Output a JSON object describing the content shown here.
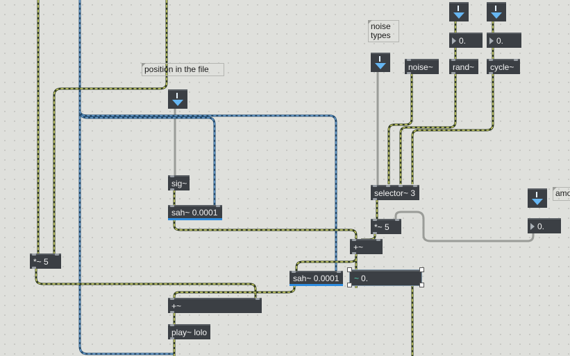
{
  "patcher": {
    "background": "#dfe0dc",
    "cord_colors": {
      "signal": "#2f3a20",
      "signal_dash": "#d6d96a",
      "control": "#9a9c98",
      "blue_signal": "#244a6c",
      "blue_dash": "#6fa6d8"
    },
    "comments": {
      "position": "position in  the file",
      "noise_types_1": "noise",
      "noise_types_2": "types",
      "amount": "amo"
    },
    "objects": {
      "sig": "sig~",
      "sah_left": "sah~ 0.0001",
      "sah_mid": "sah~ 0.0001",
      "times5_left": "*~ 5",
      "times5_right": "*~ 5",
      "plus_small": "+~",
      "plus_wide": "+~",
      "play": "play~ lolo",
      "noise": "noise~",
      "rand": "rand~",
      "cycle": "cycle~",
      "selector": "selector~ 3"
    },
    "numbers": {
      "rand_num": "0.",
      "cycle_num": "0.",
      "amount_num": "0.",
      "sig_num": "0."
    }
  }
}
